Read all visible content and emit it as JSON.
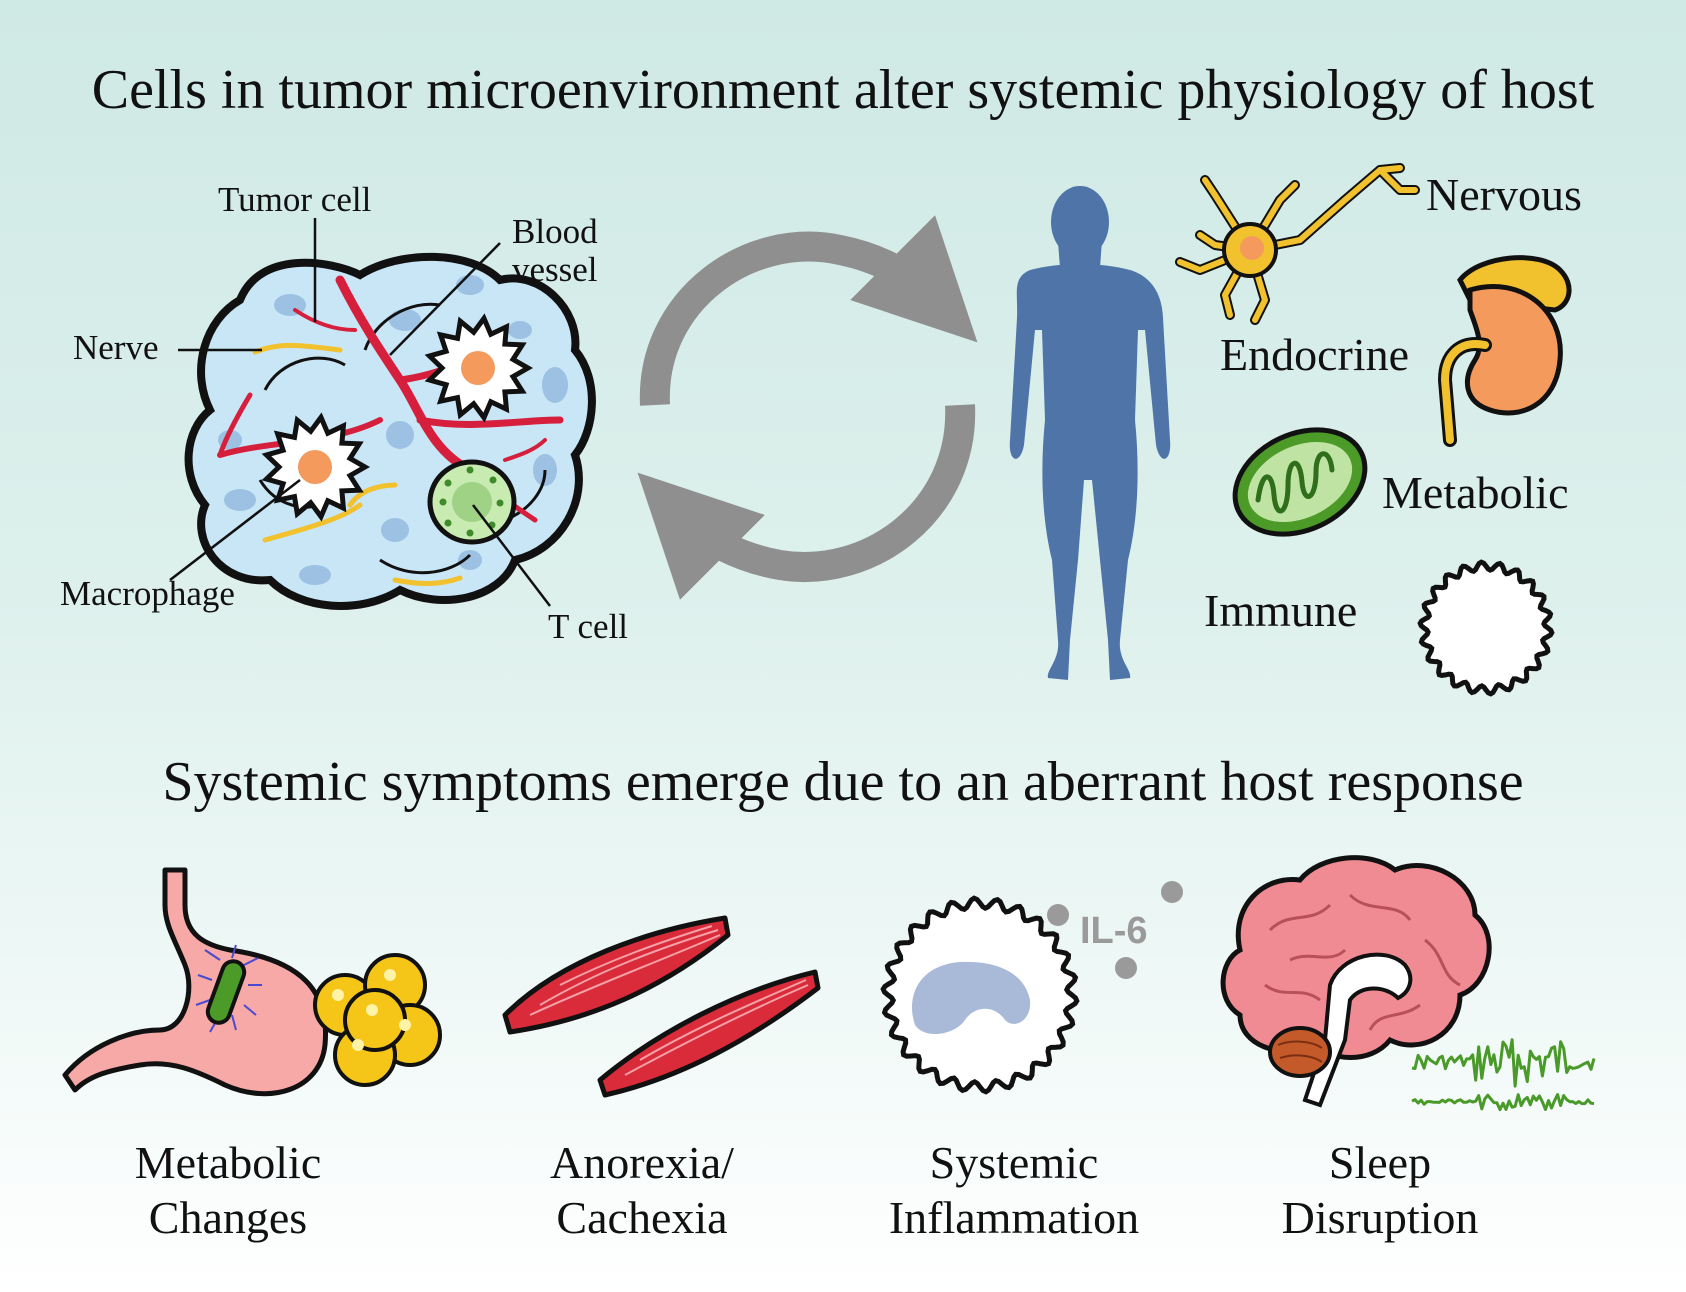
{
  "titles": {
    "top": "Cells in tumor microenvironment alter systemic physiology of host",
    "middle": "Systemic symptoms emerge due to an aberrant host response"
  },
  "tumor_labels": {
    "tumor_cell": "Tumor cell",
    "blood_vessel_line1": "Blood",
    "blood_vessel_line2": "vessel",
    "nerve": "Nerve",
    "macrophage": "Macrophage",
    "t_cell": "T cell"
  },
  "host_systems": {
    "nervous": "Nervous",
    "endocrine": "Endocrine",
    "metabolic": "Metabolic",
    "immune": "Immune"
  },
  "il6": "IL-6",
  "symptoms": [
    {
      "line1": "Metabolic",
      "line2": "Changes"
    },
    {
      "line1": "Anorexia/",
      "line2": "Cachexia"
    },
    {
      "line1": "Systemic",
      "line2": "Inflammation"
    },
    {
      "line1": "Sleep",
      "line2": "Disruption"
    }
  ],
  "colors": {
    "tumor_fill": "#c9e6f7",
    "vessel": "#d61f3c",
    "nerve": "#f2c12e",
    "arrow": "#8f8f8f",
    "human": "#4f74a8",
    "cell_nucleus": "#f39a5c",
    "stomach": "#f7a9a8",
    "muscle": "#d92b3a",
    "brain": "#f08b94",
    "sleep_trace": "#4a9a2a"
  }
}
